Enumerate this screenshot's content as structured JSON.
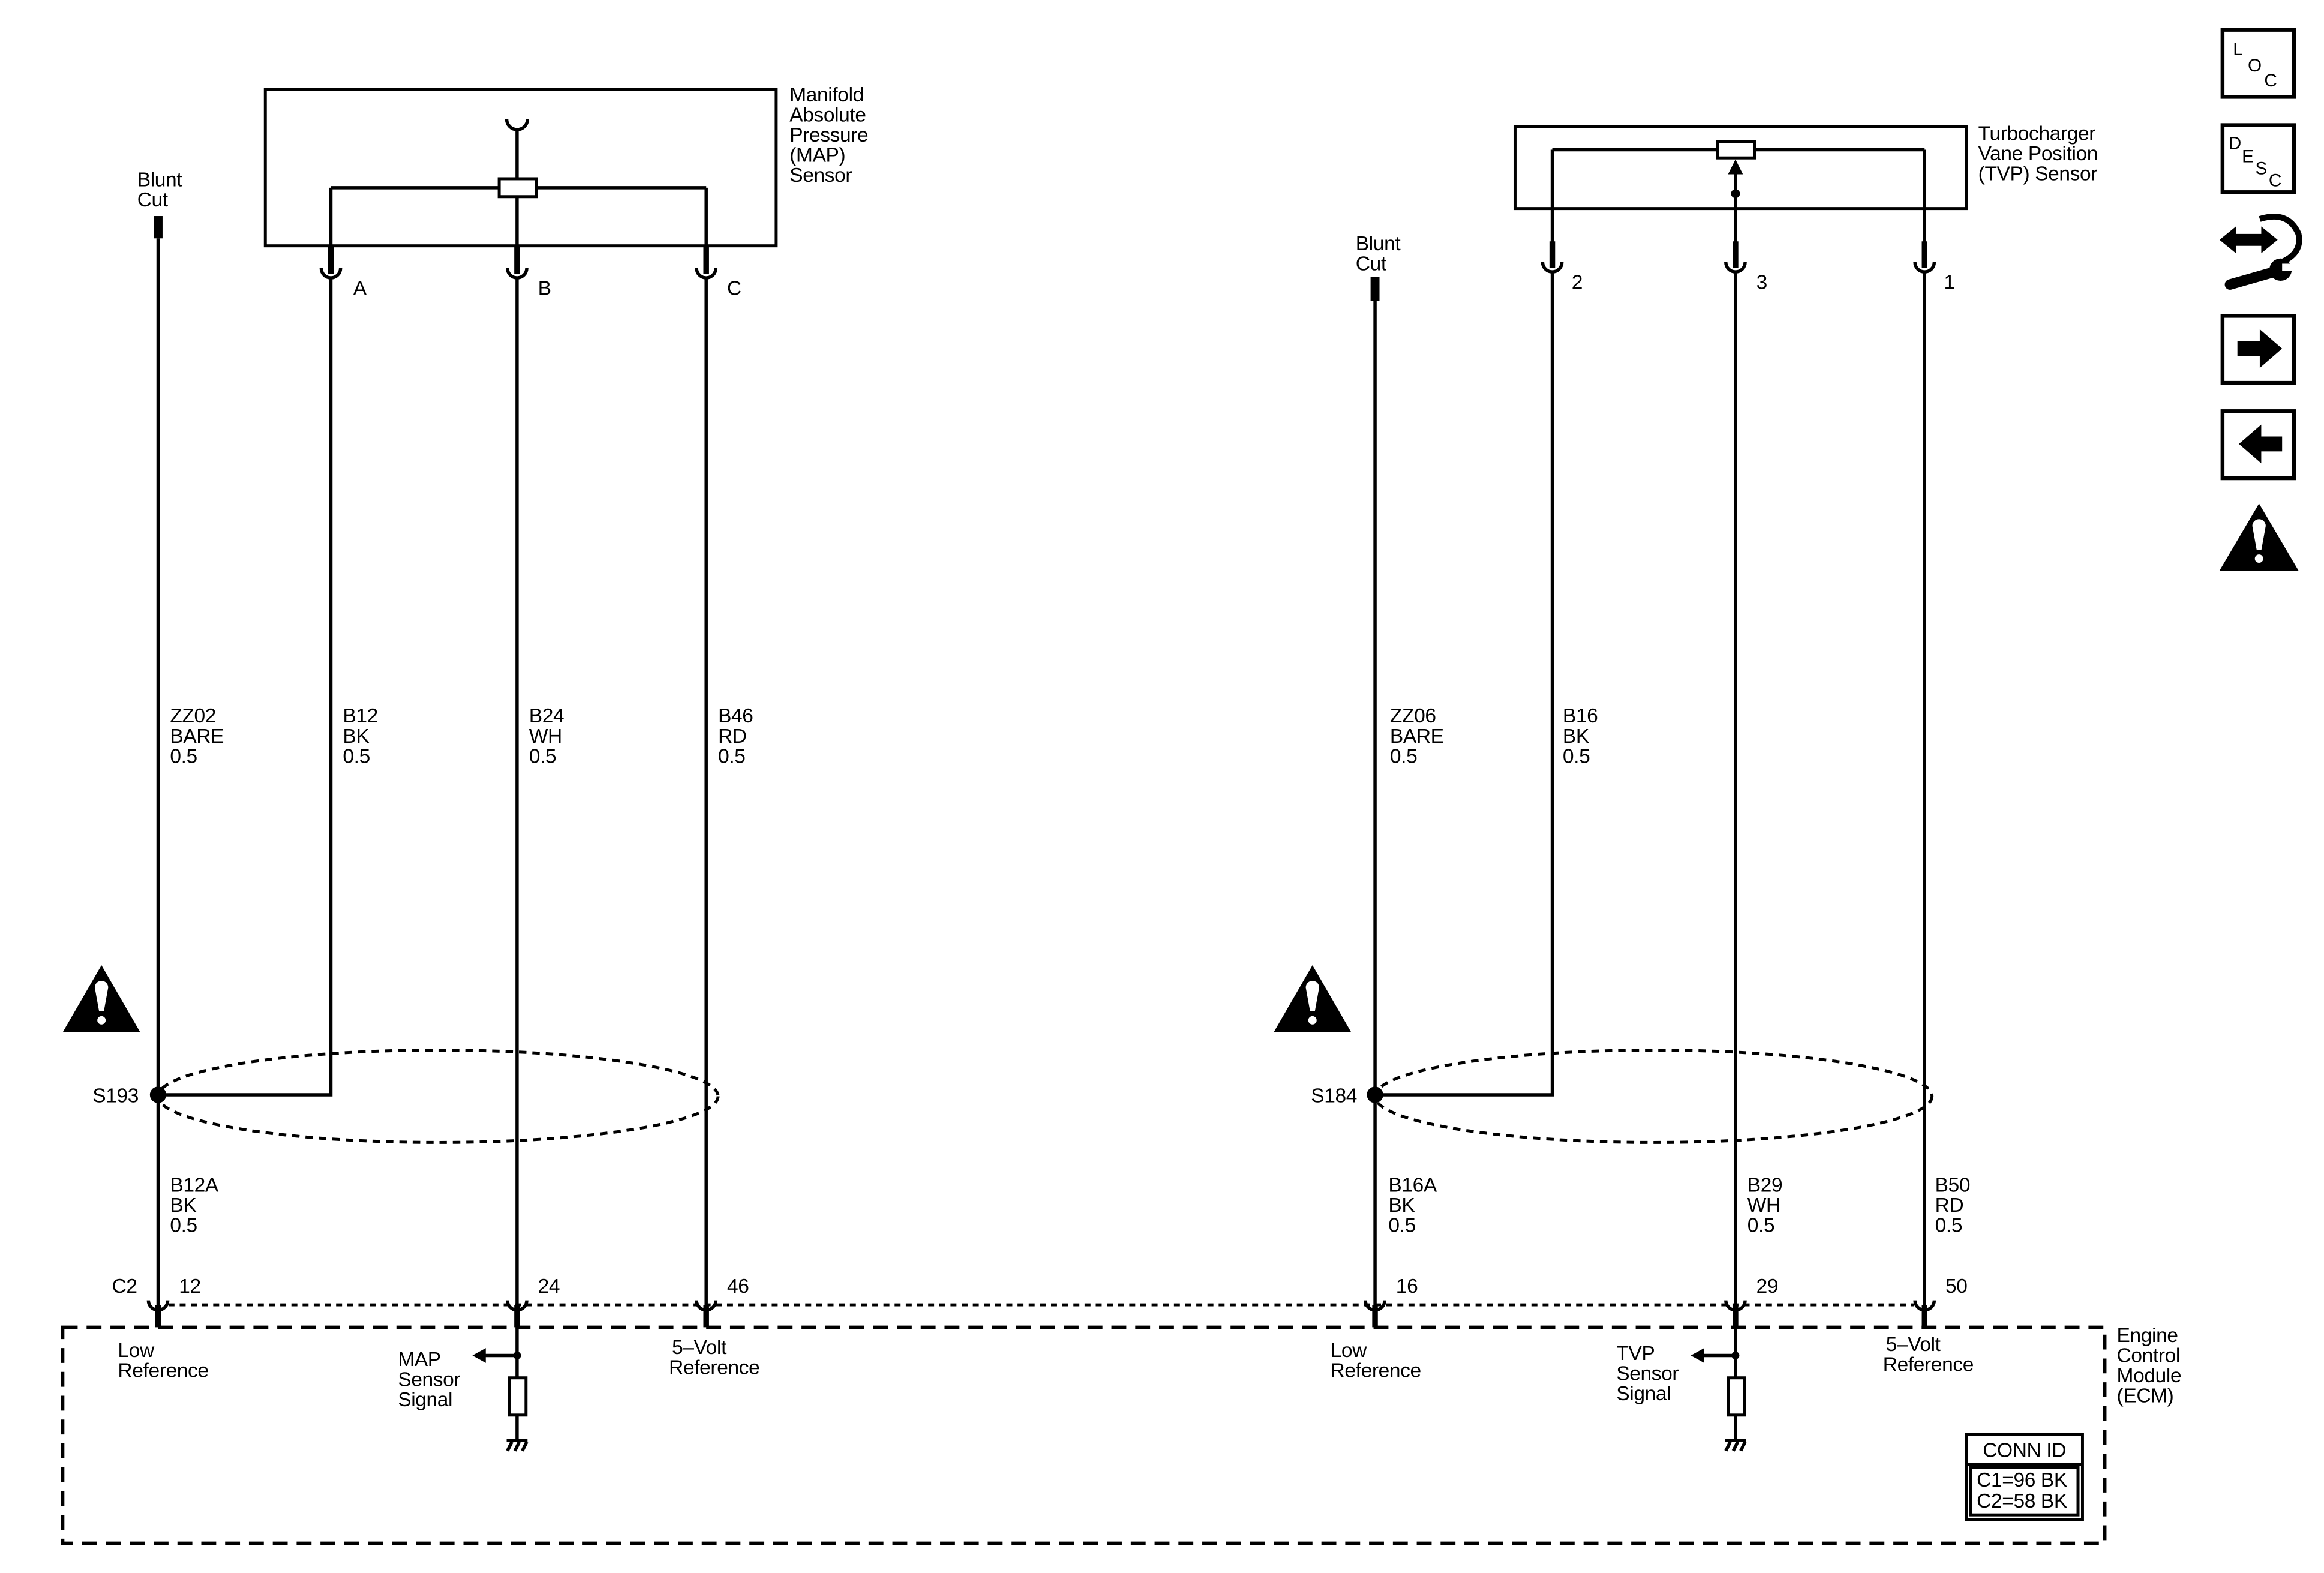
{
  "colors": {
    "line": "#000000",
    "background": "#ffffff"
  },
  "icons": {
    "locator": "loc-icon",
    "description": "desc-icon",
    "connector_repair": "wrench-arrows-icon",
    "next": "arrow-right-icon",
    "previous": "arrow-left-icon",
    "caution": "caution-icon"
  },
  "nav_icons": {
    "loc": [
      "L",
      "O",
      "C"
    ],
    "desc": [
      "D",
      "E",
      "S",
      "C"
    ]
  },
  "map_sensor": {
    "label": [
      "Manifold",
      "Absolute",
      "Pressure",
      "(MAP)",
      "Sensor"
    ],
    "pins": [
      "A",
      "B",
      "C"
    ]
  },
  "tvp_sensor": {
    "label": [
      "Turbocharger",
      "Vane Position",
      "(TVP) Sensor"
    ],
    "pins": [
      "2",
      "3",
      "1"
    ]
  },
  "blunt_cut": {
    "map_side": [
      "Blunt",
      "Cut"
    ],
    "tvp_side": [
      "Blunt",
      "Cut"
    ]
  },
  "splices": {
    "map_side": "S193",
    "tvp_side": "S184"
  },
  "circuits": {
    "zz02": [
      "ZZ02",
      "BARE",
      "0.5"
    ],
    "b12": [
      "B12",
      "BK",
      "0.5"
    ],
    "b24": [
      "B24",
      "WH",
      "0.5"
    ],
    "b46": [
      "B46",
      "RD",
      "0.5"
    ],
    "b12a": [
      "B12A",
      "BK",
      "0.5"
    ],
    "zz06": [
      "ZZ06",
      "BARE",
      "0.5"
    ],
    "b16": [
      "B16",
      "BK",
      "0.5"
    ],
    "b16a": [
      "B16A",
      "BK",
      "0.5"
    ],
    "b29": [
      "B29",
      "WH",
      "0.5"
    ],
    "b50": [
      "B50",
      "RD",
      "0.5"
    ]
  },
  "ecm": {
    "label": [
      "Engine",
      "Control",
      "Module",
      "(ECM)"
    ],
    "connector": "C2",
    "pins": [
      "12",
      "24",
      "46",
      "16",
      "29",
      "50"
    ],
    "functions": {
      "low_ref_map": [
        "Low",
        "Reference"
      ],
      "map_signal": [
        "MAP",
        "Sensor",
        "Signal"
      ],
      "vref_map": [
        "5–Volt",
        "Reference"
      ],
      "low_ref_tvp": [
        "Low",
        "Reference"
      ],
      "tvp_signal": [
        "TVP",
        "Sensor",
        "Signal"
      ],
      "vref_tvp": [
        "5–Volt",
        "Reference"
      ]
    }
  },
  "conn_id": {
    "header": "CONN ID",
    "rows": [
      "C1=96 BK",
      "C2=58 BK"
    ]
  }
}
